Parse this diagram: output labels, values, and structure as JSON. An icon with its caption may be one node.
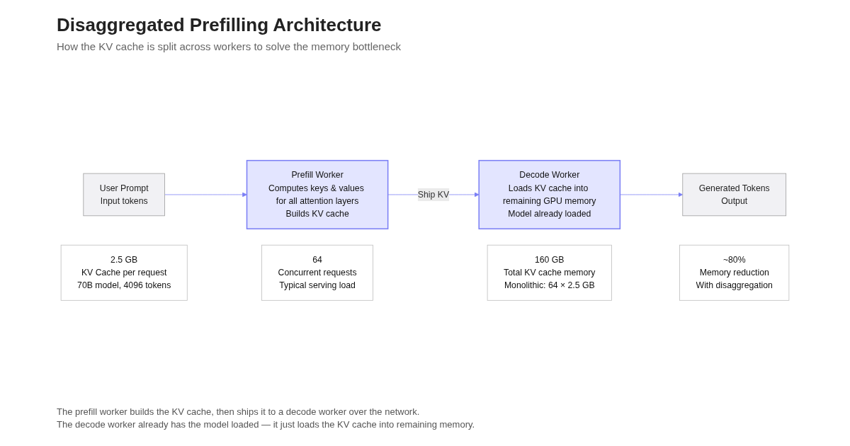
{
  "diagram": {
    "title": "Disaggregated Prefilling Architecture",
    "nodes": [
      {
        "text": [
          "User Prompt",
          "Input tokens"
        ]
      },
      {
        "text": [
          "Prefill Worker",
          "Computes keys & values for all attention layers",
          "Builds KV cache"
        ]
      },
      {
        "text": [
          "Decode Worker",
          "Loads KV cache into remaining GPU memory",
          "Model already loaded"
        ]
      },
      {
        "text": [
          "Generated Tokens",
          "Output"
        ]
      },
      {
        "text": [
          "2.5 GB",
          "KV Cache per request",
          "70B model, 4096 tokens"
        ]
      },
      {
        "text": [
          "64",
          "Concurrent requests",
          "Typical serving load"
        ]
      },
      {
        "text": [
          "160 GB",
          "Total KV cache memory",
          "Monolithic: 64 × 2.5 GB"
        ]
      },
      {
        "text": [
          "~80%",
          "Memory reduction",
          "With disaggregation"
        ]
      }
    ],
    "edges": [
      {
        "from": 0,
        "to": 1,
        "arrow": "to"
      },
      {
        "from": 1,
        "to": 2,
        "arrow": "to",
        "label": "Ship KV"
      },
      {
        "from": 2,
        "to": 3,
        "arrow": "to"
      }
    ],
    "labels": [
      "How the KV cache is split across workers to solve the memory bottleneck",
      "The prefill worker builds the KV cache, then ships it to a decode worker over the network.",
      "The decode worker already has the model loaded — it just loads the KV cache into remaining memory."
    ]
  }
}
